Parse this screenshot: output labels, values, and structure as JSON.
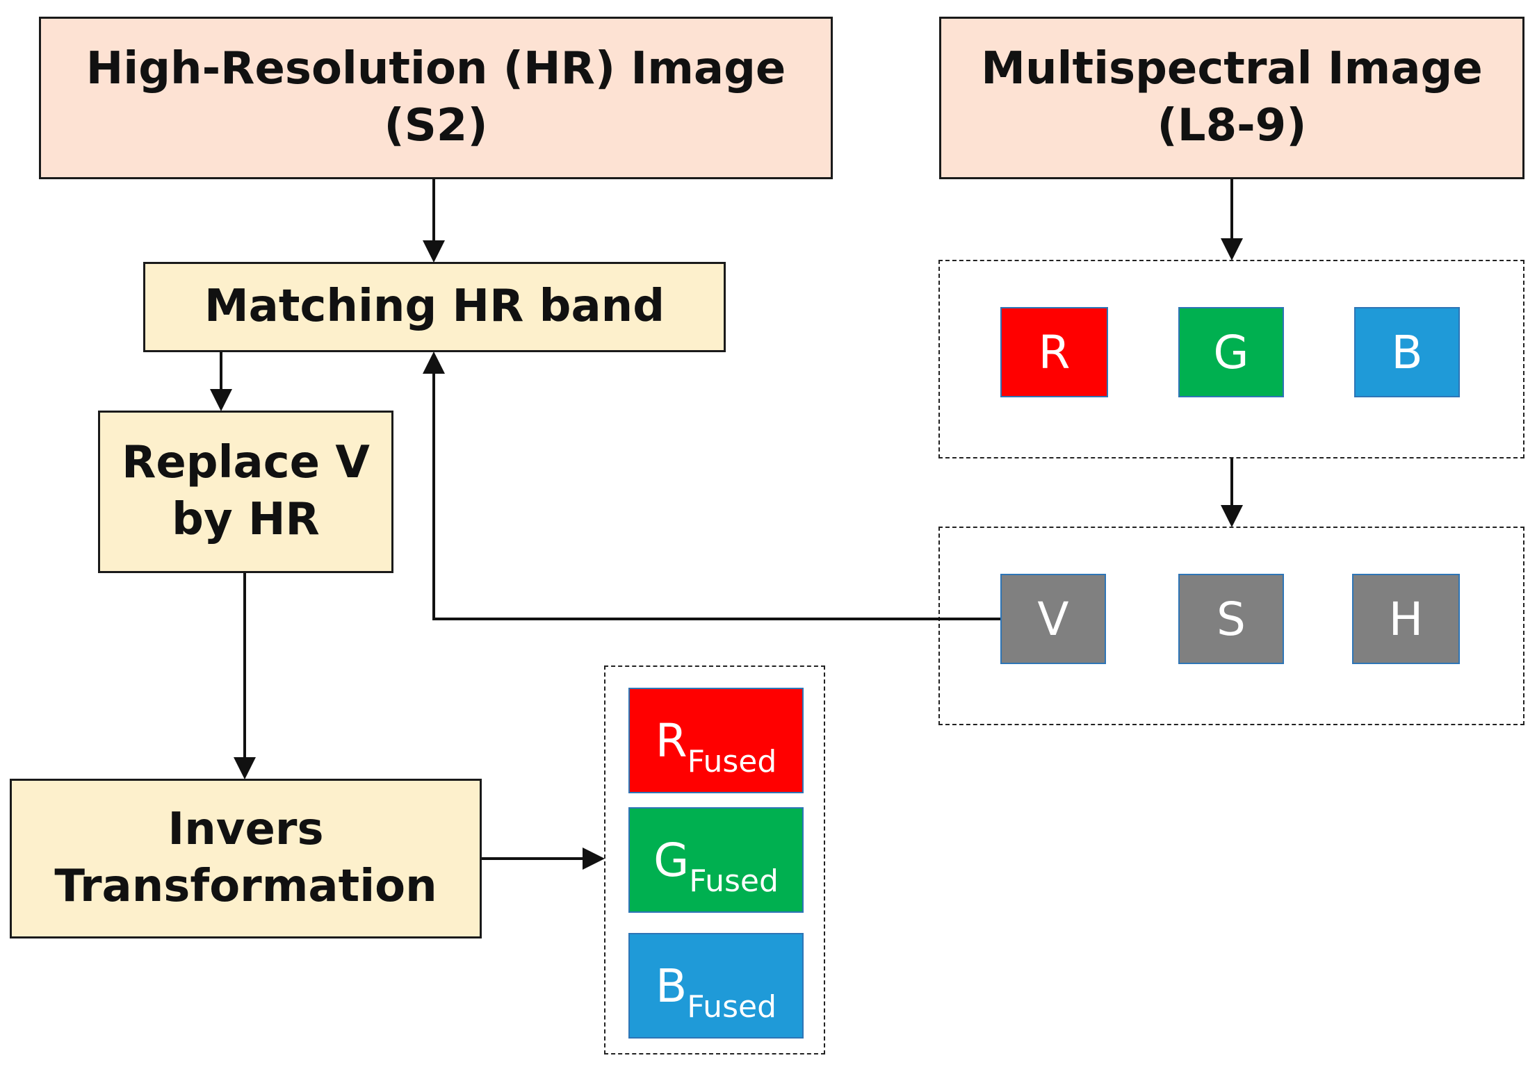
{
  "nodes": {
    "hr_image": {
      "lines": [
        "High-Resolution (HR) Image",
        "(S2)"
      ]
    },
    "multispectral_image": {
      "lines": [
        "Multispectral Image",
        "(L8-9)"
      ]
    },
    "matching_band": {
      "lines": [
        "Matching HR band"
      ]
    },
    "replace_v": {
      "lines": [
        "Replace V",
        "by HR"
      ]
    },
    "inverse_transform": {
      "lines": [
        "Invers",
        "Transformation"
      ]
    }
  },
  "rgb_bands": [
    {
      "label": "R",
      "color": "#ff0000"
    },
    {
      "label": "G",
      "color": "#00b050"
    },
    {
      "label": "B",
      "color": "#1f9ad8"
    }
  ],
  "hsv_bands": [
    {
      "label": "V",
      "color": "#808080"
    },
    {
      "label": "S",
      "color": "#808080"
    },
    {
      "label": "H",
      "color": "#808080"
    }
  ],
  "fused_bands": [
    {
      "label": "R",
      "subscript": "Fused",
      "color": "#ff0000"
    },
    {
      "label": "G",
      "subscript": "Fused",
      "color": "#00b050"
    },
    {
      "label": "B",
      "subscript": "Fused",
      "color": "#1f9ad8"
    }
  ],
  "colors": {
    "source_fill": "#fde2d3",
    "process_fill": "#fdf0cc",
    "band_border": "#2e75b6",
    "line": "#111111"
  }
}
